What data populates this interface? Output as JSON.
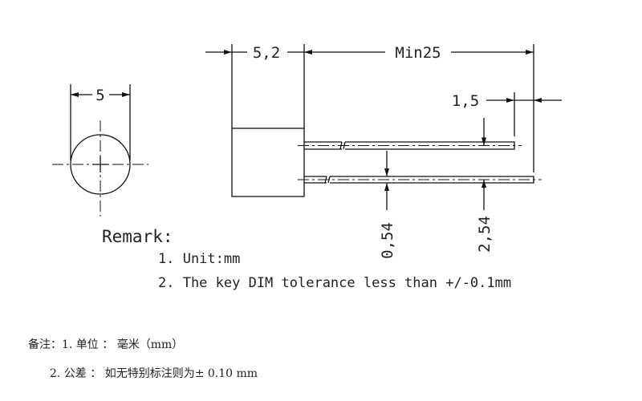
{
  "drawing": {
    "front_view": {
      "diameter_label": "5"
    },
    "side_view": {
      "body_width_label": "5,2",
      "lead_length_label": "Min25",
      "lead_offset_label": "1,5",
      "lead_diameter_label": "0,54",
      "lead_pitch_label": "2,54"
    }
  },
  "remark": {
    "title": "Remark:",
    "items": [
      "1. Unit:mm",
      "2. The key DIM tolerance less than +/-0.1mm"
    ]
  },
  "notes_cn": {
    "line1": "备注：1. 单位 ： 毫米（mm）",
    "line2": "2. 公差 ： 如无特别标注则为±  0.10 mm"
  }
}
